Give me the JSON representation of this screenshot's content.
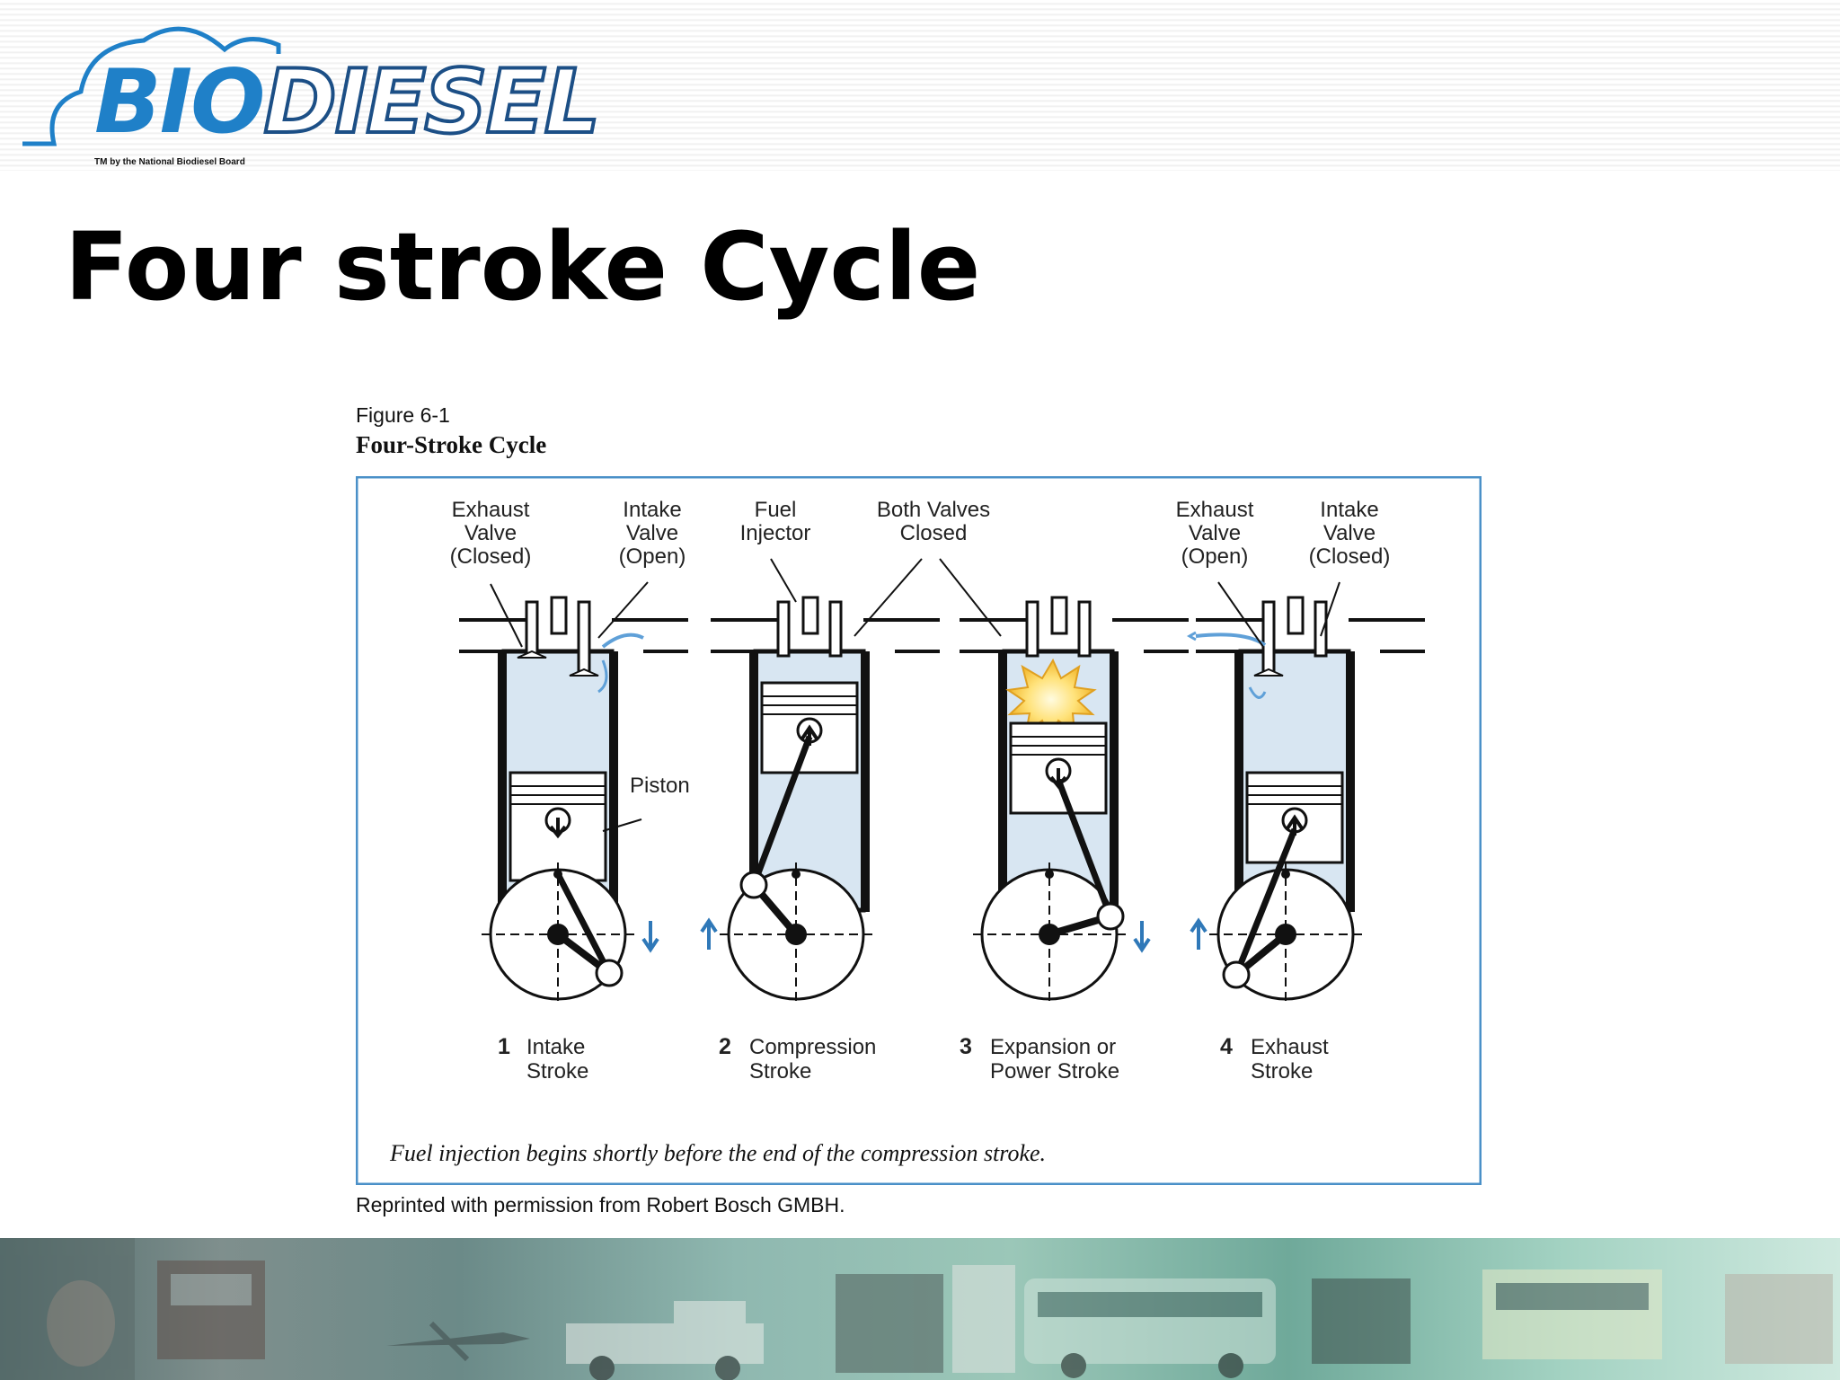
{
  "logo": {
    "bio": "BIO",
    "diesel": "DIESEL",
    "tm": "TM by the National Biodiesel Board"
  },
  "slide": {
    "title": "Four stroke Cycle"
  },
  "figure": {
    "number": "Figure 6-1",
    "title": "Four-Stroke Cycle",
    "labels": {
      "exhaust_valve_closed": [
        "Exhaust",
        "Valve",
        "(Closed)"
      ],
      "intake_valve_open": [
        "Intake",
        "Valve",
        "(Open)"
      ],
      "fuel_injector": [
        "Fuel",
        "Injector"
      ],
      "both_valves_closed": [
        "Both Valves",
        "Closed"
      ],
      "exhaust_valve_open": [
        "Exhaust",
        "Valve",
        "(Open)"
      ],
      "intake_valve_closed": [
        "Intake",
        "Valve",
        "(Closed)"
      ],
      "piston": "Piston"
    },
    "strokes": [
      {
        "number": "1",
        "line1": "Intake",
        "line2": "Stroke"
      },
      {
        "number": "2",
        "line1": "Compression",
        "line2": "Stroke"
      },
      {
        "number": "3",
        "line1": "Expansion or",
        "line2": "Power Stroke"
      },
      {
        "number": "4",
        "line1": "Exhaust",
        "line2": "Stroke"
      }
    ],
    "caption": "Fuel injection begins shortly before the end of the compression stroke.",
    "credit": "Reprinted with permission from Robert Bosch GMBH."
  },
  "colors": {
    "cylinder_fill": "#d8e6f2",
    "frame_border": "#4a90c8",
    "arrow_blue": "#2f78b8",
    "explosion": "#f7c948"
  },
  "footer": {
    "description_icons": [
      "person-photo",
      "fire-truck",
      "airplane",
      "pickup-truck",
      "semi-truck",
      "bus",
      "jeep",
      "school-bus",
      "snow-plow"
    ]
  }
}
